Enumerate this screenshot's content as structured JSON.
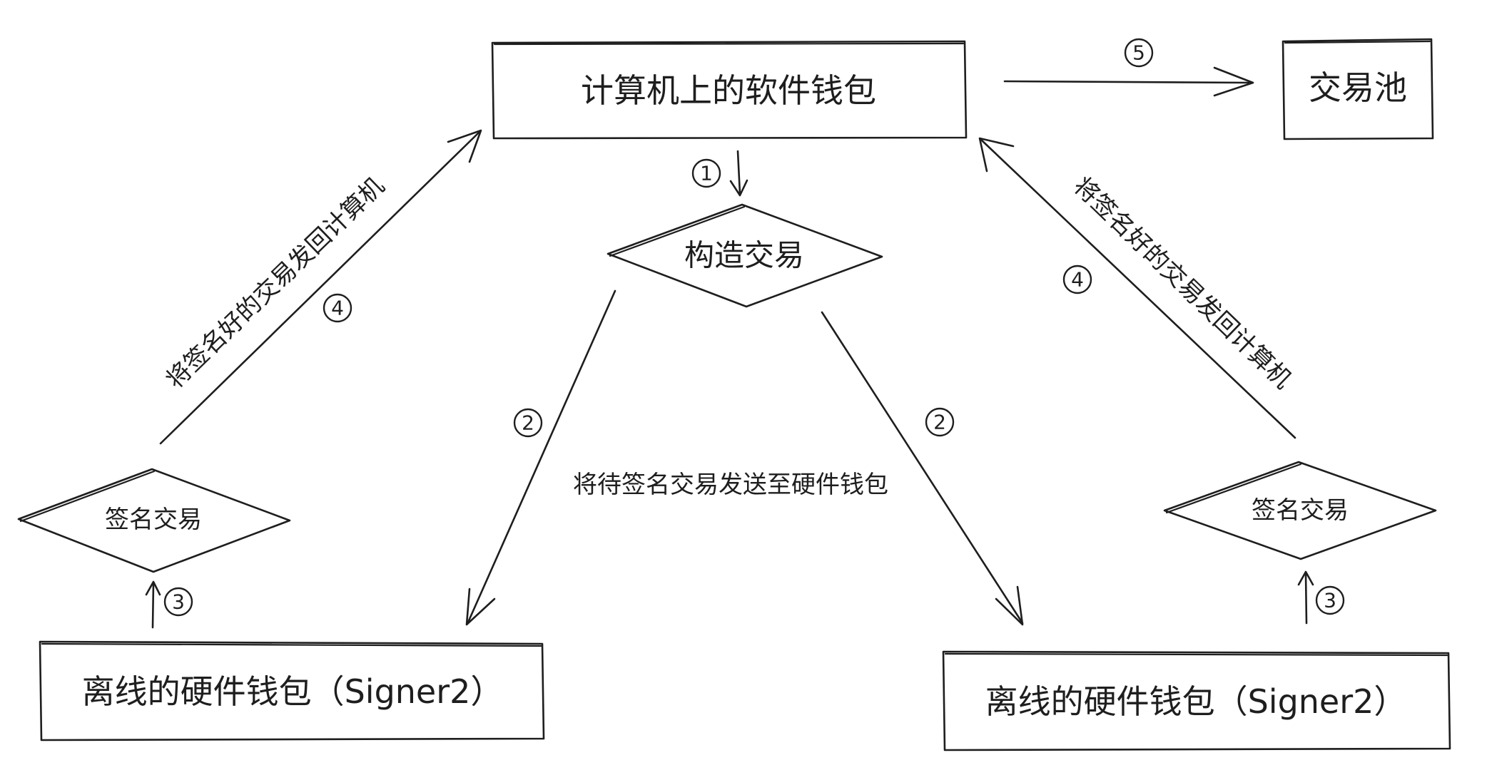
{
  "nodes": {
    "software_wallet": "计算机上的软件钱包",
    "tx_pool": "交易池",
    "build_tx": "构造交易",
    "sign_left": "签名交易",
    "sign_right": "签名交易",
    "hw_left": "离线的硬件钱包（Signer2）",
    "hw_right": "离线的硬件钱包（Signer2）"
  },
  "edge_labels": {
    "send_to_hw": "将待签名交易发送至硬件钱包",
    "return_left": "将签名好的交易发回计算机",
    "return_right": "将签名好的交易发回计算机"
  },
  "steps": {
    "s1": "1",
    "s2_left": "2",
    "s2_right": "2",
    "s3_left": "3",
    "s3_right": "3",
    "s4_left": "4",
    "s4_right": "4",
    "s5": "5"
  }
}
